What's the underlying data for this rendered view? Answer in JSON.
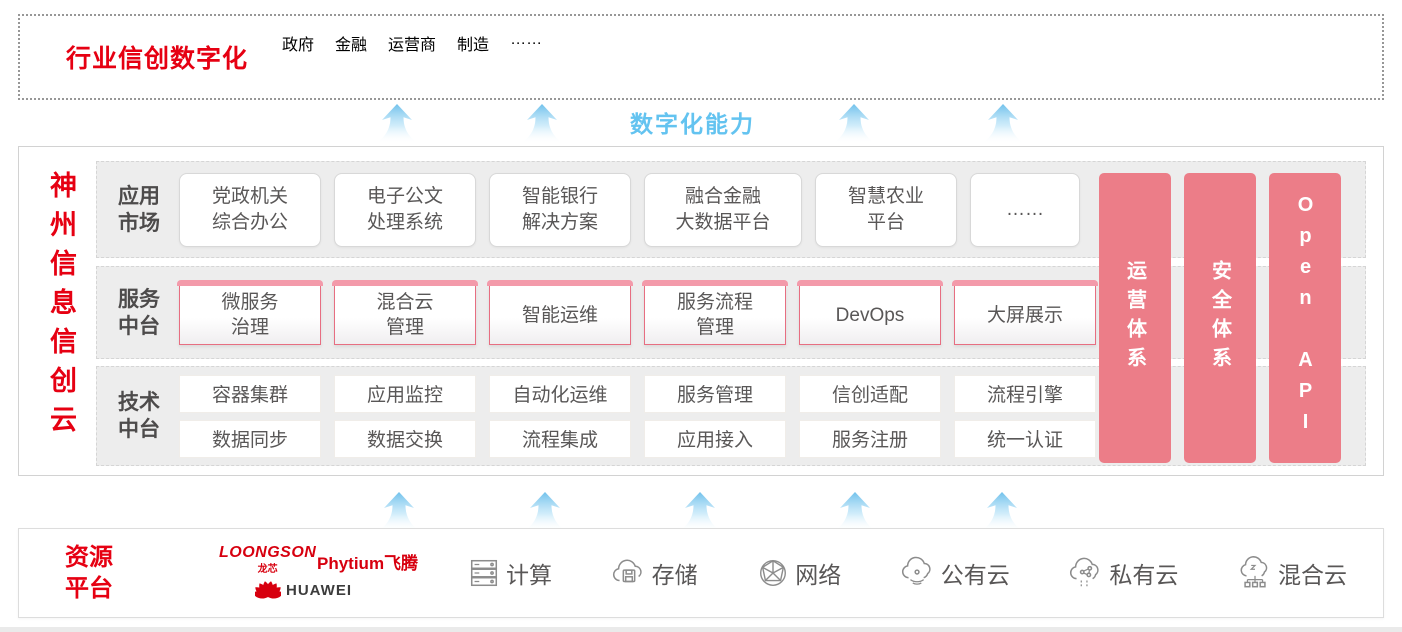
{
  "colors": {
    "accent_red": "#e60012",
    "light_blue": "#63c3f0",
    "salmon_bar": "#ec7d88",
    "pink_tab": "#f39aaa",
    "panel_gray": "#ededed",
    "text_gray": "#595757"
  },
  "top_banner": {
    "title": "行业信创数字化",
    "sectors": [
      "政府",
      "金融",
      "运营商",
      "制造",
      "……"
    ]
  },
  "capability_label": "数字化能力",
  "platform": {
    "vertical_title": "神州信息信创云",
    "rows": {
      "app": {
        "label": [
          "应用",
          "市场"
        ],
        "boxes": [
          {
            "lines": [
              "党政机关",
              "综合办公"
            ]
          },
          {
            "lines": [
              "电子公文",
              "处理系统"
            ]
          },
          {
            "lines": [
              "智能银行",
              "解决方案"
            ]
          },
          {
            "lines": [
              "融合金融",
              "大数据平台"
            ]
          },
          {
            "lines": [
              "智慧农业",
              "平台"
            ]
          },
          {
            "lines": [
              "……"
            ]
          }
        ]
      },
      "service": {
        "label": [
          "服务",
          "中台"
        ],
        "boxes": [
          {
            "lines": [
              "微服务",
              "治理"
            ]
          },
          {
            "lines": [
              "混合云",
              "管理"
            ]
          },
          {
            "lines": [
              "智能运维"
            ]
          },
          {
            "lines": [
              "服务流程",
              "管理"
            ]
          },
          {
            "lines": [
              "DevOps"
            ]
          },
          {
            "lines": [
              "大屏展示"
            ]
          }
        ]
      },
      "tech": {
        "label": [
          "技术",
          "中台"
        ],
        "boxes": [
          {
            "lines": [
              "容器集群"
            ]
          },
          {
            "lines": [
              "应用监控"
            ]
          },
          {
            "lines": [
              "自动化运维"
            ]
          },
          {
            "lines": [
              "服务管理"
            ]
          },
          {
            "lines": [
              "信创适配"
            ]
          },
          {
            "lines": [
              "流程引擎"
            ]
          },
          {
            "lines": [
              "数据同步"
            ]
          },
          {
            "lines": [
              "数据交换"
            ]
          },
          {
            "lines": [
              "流程集成"
            ]
          },
          {
            "lines": [
              "应用接入"
            ]
          },
          {
            "lines": [
              "服务注册"
            ]
          },
          {
            "lines": [
              "统一认证"
            ]
          }
        ]
      }
    },
    "side_bars": [
      "运营体系",
      "安全体系",
      "Open API"
    ]
  },
  "resources": {
    "label": [
      "资源",
      "平台"
    ],
    "vendors": [
      {
        "name": "LOONGSON",
        "sub": "龙芯"
      },
      {
        "name": "Phytium飞腾"
      },
      {
        "name": "HUAWEI"
      }
    ],
    "items": [
      {
        "icon": "compute-icon",
        "label": "计算"
      },
      {
        "icon": "storage-icon",
        "label": "存储"
      },
      {
        "icon": "network-icon",
        "label": "网络"
      },
      {
        "icon": "public-cloud-icon",
        "label": "公有云"
      },
      {
        "icon": "private-cloud-icon",
        "label": "私有云"
      },
      {
        "icon": "hybrid-cloud-icon",
        "label": "混合云"
      }
    ]
  }
}
